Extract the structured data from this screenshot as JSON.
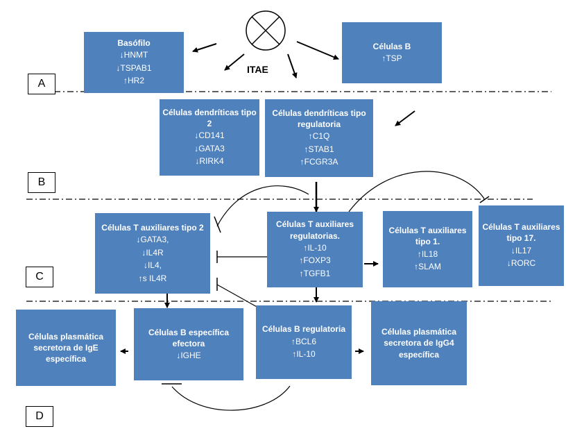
{
  "center_label": "ITAE",
  "section_labels": [
    "A",
    "B",
    "C",
    "D"
  ],
  "boxes": {
    "basofilo": {
      "title": "Basófilo",
      "lines": [
        "↓HNMT",
        "↓TSPAB1",
        "↑HR2"
      ]
    },
    "celulas_b": {
      "title": "Células B",
      "lines": [
        "↑TSP"
      ]
    },
    "dc_tipo2": {
      "title": "Células dendríticas tipo 2",
      "lines": [
        "↓CD141",
        "↓GATA3",
        "↓RIRK4"
      ]
    },
    "dc_reg": {
      "title": "Células dendríticas tipo regulatoria",
      "lines": [
        "↑C1Q",
        "↑STAB1",
        "↑FCGR3A"
      ]
    },
    "th2": {
      "title": "Células T auxiliares tipo 2",
      "lines": [
        "↓GATA3,",
        "↓IL4R",
        "↓IL4,",
        "↑s IL4R"
      ]
    },
    "treg": {
      "title": "Células T auxiliares regulatorias.",
      "lines": [
        "↑IL-10",
        "↑FOXP3",
        "↑TGFB1"
      ]
    },
    "th1": {
      "title": "Células T auxiliares tipo 1.",
      "lines": [
        "↑IL18",
        "↑SLAM"
      ]
    },
    "th17": {
      "title": "Células T auxiliares tipo 17.",
      "lines": [
        "↓IL17",
        "↓RORC"
      ]
    },
    "plasma_ige": {
      "title": "Células plasmática secretora de IgE específica",
      "lines": []
    },
    "b_efectora": {
      "title": "Células B específica efectora",
      "lines": [
        "↓IGHE"
      ]
    },
    "b_reg": {
      "title": "Células B regulatoria",
      "lines": [
        "↑BCL6",
        "↑IL-10"
      ]
    },
    "plasma_igg4": {
      "title": "Células  plasmática secretora de IgG4",
      "lines": [
        "específica"
      ]
    }
  }
}
